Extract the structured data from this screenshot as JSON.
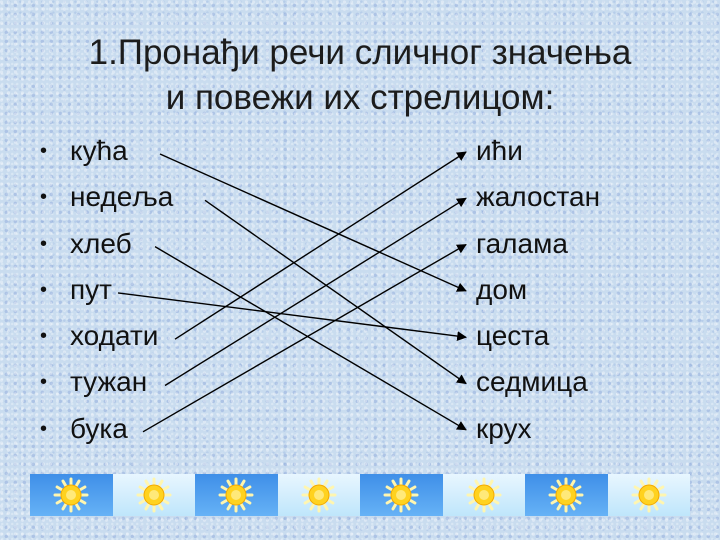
{
  "title": {
    "line1": "1.Пронађи речи сличног значења",
    "line2": "и повежи их стрелицом:"
  },
  "left_words": [
    "кућа",
    "недеља",
    "хлеб",
    "пут",
    "ходати",
    "тужан",
    "бука"
  ],
  "right_words": [
    "ићи",
    "жалостан",
    "галама",
    "дом",
    "цеста",
    "седмица",
    "крух"
  ],
  "bullet_symbol": "•",
  "connections": [
    {
      "from": "кућа",
      "to": "дом"
    },
    {
      "from": "недеља",
      "to": "седмица"
    },
    {
      "from": "хлеб",
      "to": "крух"
    },
    {
      "from": "пут",
      "to": "цеста"
    },
    {
      "from": "ходати",
      "to": "ићи"
    },
    {
      "from": "тужан",
      "to": "жалостан"
    },
    {
      "from": "бука",
      "to": "галама"
    }
  ],
  "footer": {
    "tile_count": 8,
    "icon": "sun-icon"
  },
  "colors": {
    "arrow": "#000000",
    "tile_blue": "#4a98ec",
    "tile_white": "#d7efff",
    "sun": "#ffd21f"
  }
}
